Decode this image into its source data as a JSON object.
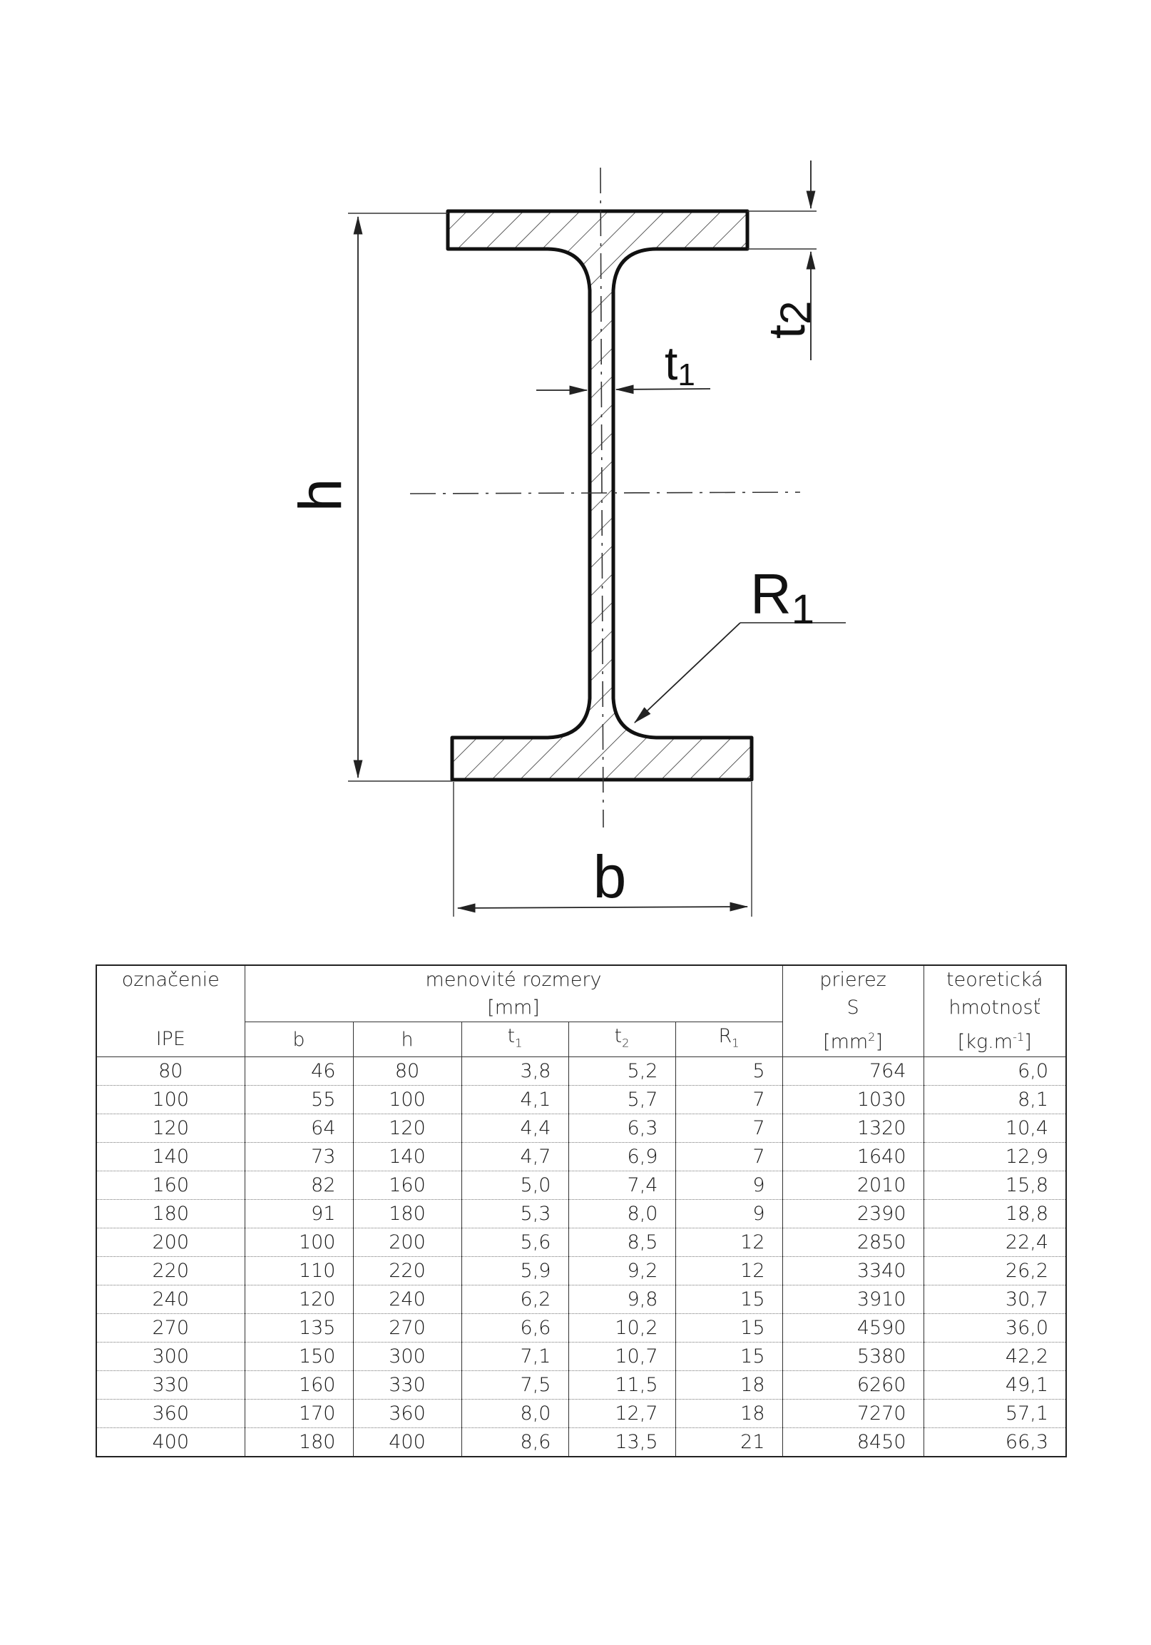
{
  "drawing": {
    "labels": {
      "h": "h",
      "b": "b",
      "t1_main": "t",
      "t1_sub": "1",
      "t2_main": "t",
      "t2_sub": "2",
      "r1_main": "R",
      "r1_sub": "1"
    }
  },
  "table": {
    "headers": {
      "oznacenie": "označenie",
      "ipe": "IPE",
      "menovite": "menovité rozmery",
      "mm": "[mm]",
      "b": "b",
      "h": "h",
      "t1": "t",
      "t1_sub": "1",
      "t2": "t",
      "t2_sub": "2",
      "r1": "R",
      "r1_sub": "1",
      "prierez": "prierez",
      "s": "S",
      "mm2": "[mm",
      "mm2_sup": "2",
      "mm2_close": "]",
      "teoreticka": "teoretická",
      "hmotnost": "hmotnosť",
      "kgm": "[kg.m",
      "kgm_sup": "-1",
      "kgm_close": "]"
    },
    "rows": [
      [
        "80",
        "46",
        "80",
        "3,8",
        "5,2",
        "5",
        "764",
        "6,0"
      ],
      [
        "100",
        "55",
        "100",
        "4,1",
        "5,7",
        "7",
        "1030",
        "8,1"
      ],
      [
        "120",
        "64",
        "120",
        "4,4",
        "6,3",
        "7",
        "1320",
        "10,4"
      ],
      [
        "140",
        "73",
        "140",
        "4,7",
        "6,9",
        "7",
        "1640",
        "12,9"
      ],
      [
        "160",
        "82",
        "160",
        "5,0",
        "7,4",
        "9",
        "2010",
        "15,8"
      ],
      [
        "180",
        "91",
        "180",
        "5,3",
        "8,0",
        "9",
        "2390",
        "18,8"
      ],
      [
        "200",
        "100",
        "200",
        "5,6",
        "8,5",
        "12",
        "2850",
        "22,4"
      ],
      [
        "220",
        "110",
        "220",
        "5,9",
        "9,2",
        "12",
        "3340",
        "26,2"
      ],
      [
        "240",
        "120",
        "240",
        "6,2",
        "9,8",
        "15",
        "3910",
        "30,7"
      ],
      [
        "270",
        "135",
        "270",
        "6,6",
        "10,2",
        "15",
        "4590",
        "36,0"
      ],
      [
        "300",
        "150",
        "300",
        "7,1",
        "10,7",
        "15",
        "5380",
        "42,2"
      ],
      [
        "330",
        "160",
        "330",
        "7,5",
        "11,5",
        "18",
        "6260",
        "49,1"
      ],
      [
        "360",
        "170",
        "360",
        "8,0",
        "12,7",
        "18",
        "7270",
        "57,1"
      ],
      [
        "400",
        "180",
        "400",
        "8,6",
        "13,5",
        "21",
        "8450",
        "66,3"
      ]
    ]
  }
}
